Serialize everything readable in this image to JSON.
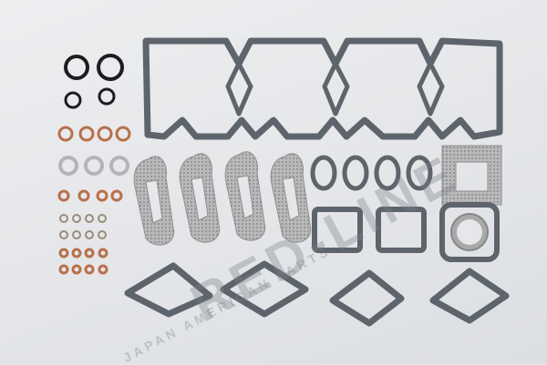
{
  "image": {
    "subject": "engine cylinder head gasket set",
    "background_color": "#e6e8eb",
    "watermark": {
      "brand": "RED-LINE",
      "tagline": "JAPAN AMERICAN PARTS"
    },
    "parts": {
      "valve_cover_gaskets": 4,
      "o_rings_black": 4,
      "copper_washers": 16,
      "aluminum_rings": 3,
      "small_o_rings": 12,
      "exhaust_manifold_gaskets": 4,
      "small_flange_gaskets": 4,
      "turbo_square_gasket": 1,
      "rectangular_port_gaskets": 2,
      "round_flange_gasket": 1,
      "triangular_intake_gaskets": 4
    },
    "colors": {
      "fiber_gasket": "#5d646b",
      "copper": "#b8704a",
      "metal_gasket": "#a9a9a9",
      "rubber": "#1d1d1f"
    }
  }
}
